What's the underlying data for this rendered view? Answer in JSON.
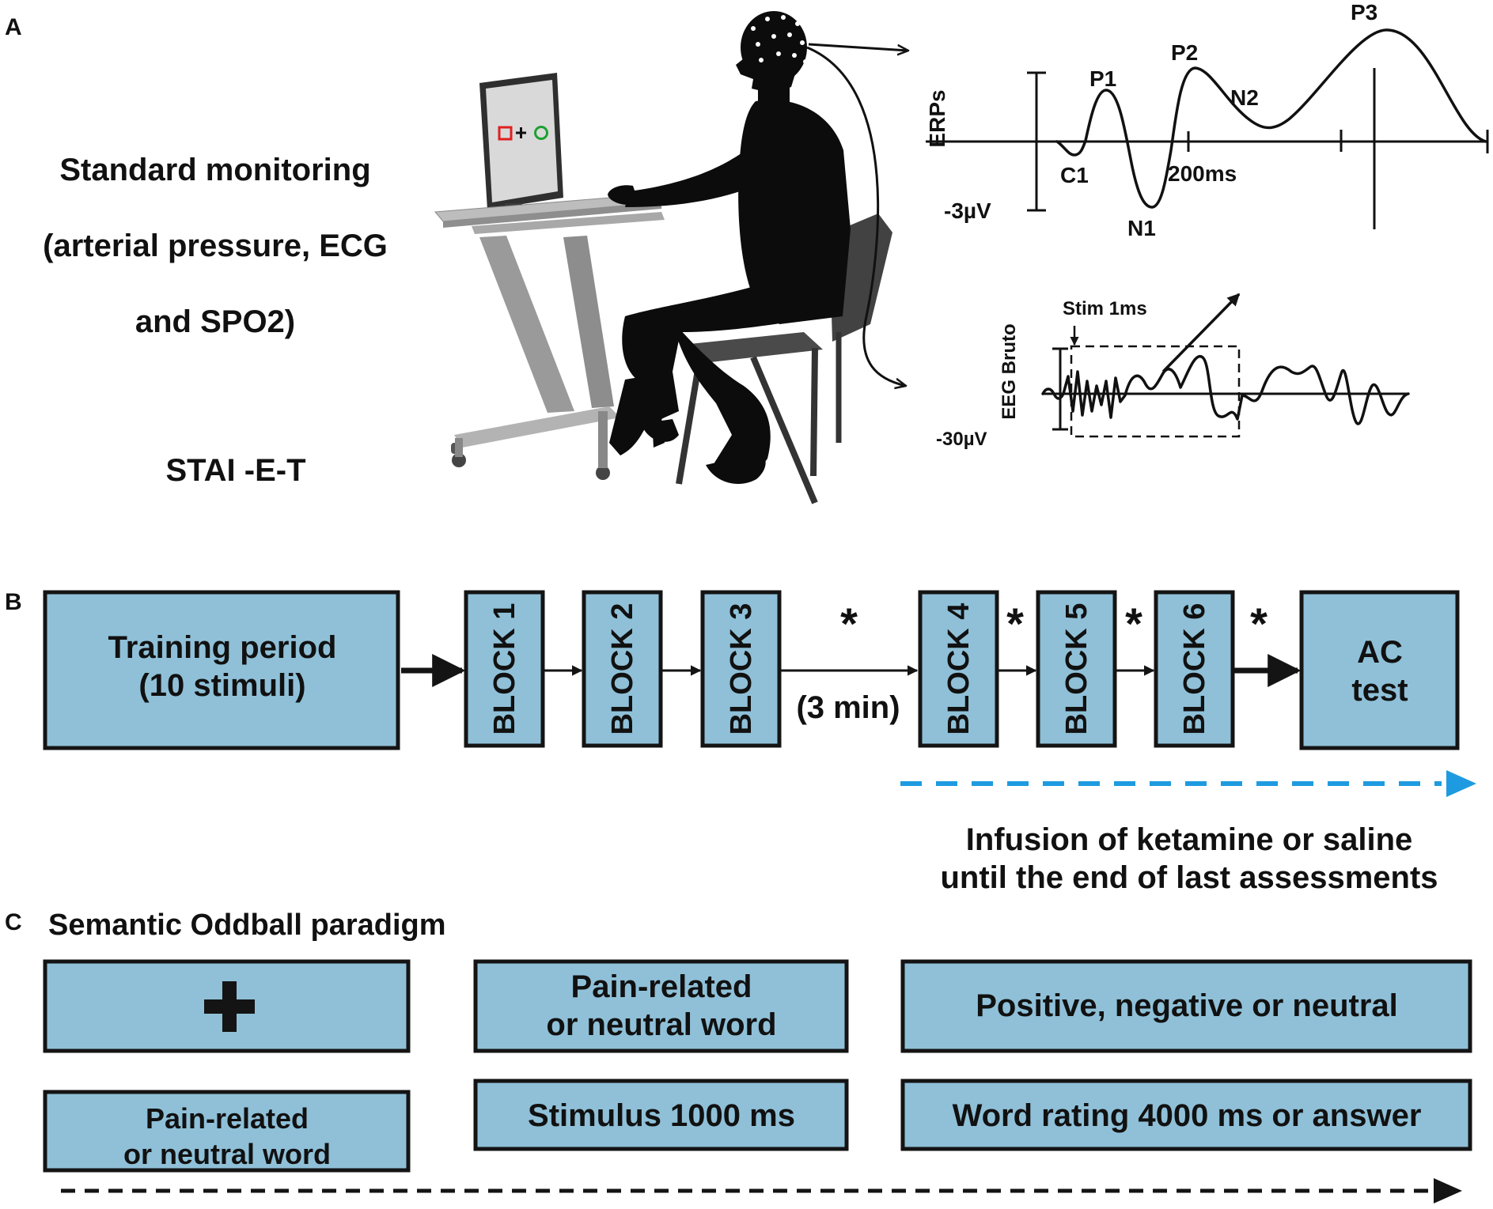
{
  "panel_labels": {
    "a": "A",
    "b": "B",
    "c": "C"
  },
  "panel_a": {
    "monitoring_lines": [
      "Standard monitoring",
      "(arterial pressure, ECG",
      "and SPO2)"
    ],
    "stai": "STAI -E-T",
    "erp": {
      "axis_label": "ERPs",
      "scale_label": "-3µV",
      "components": [
        "P1",
        "P2",
        "N2",
        "P3",
        "C1",
        "N1"
      ],
      "time_label": "200ms"
    },
    "eeg": {
      "axis_label": "EEG Bruto",
      "scale_label": "-30µV",
      "stim_label": "Stim 1ms"
    },
    "colors": {
      "square": "#e02020",
      "circle": "#1aa130",
      "silhouette": "#0c0c0c"
    }
  },
  "panel_b": {
    "training": [
      "Training period",
      "(10 stimuli)"
    ],
    "blocks": [
      "BLOCK 1",
      "BLOCK 2",
      "BLOCK 3",
      "BLOCK 4",
      "BLOCK 5",
      "BLOCK 6"
    ],
    "pause_label": "(3 min)",
    "asterisk": "*",
    "ac_test": [
      "AC",
      "test"
    ],
    "infusion": [
      "Infusion of ketamine or saline",
      "until the end of last assessments"
    ],
    "colors": {
      "box_fill": "#8fc0d8",
      "infusion_arrow": "#1e9be0"
    }
  },
  "panel_c": {
    "title": "Semantic Oddball paradigm",
    "top_boxes": {
      "word": [
        "Pain-related",
        "or neutral word"
      ],
      "rating": "Positive, negative or neutral"
    },
    "bottom_boxes": {
      "word": [
        "Pain-related",
        "or neutral word"
      ],
      "stimulus": "Stimulus 1000 ms",
      "rating": "Word rating 4000 ms or answer"
    }
  }
}
